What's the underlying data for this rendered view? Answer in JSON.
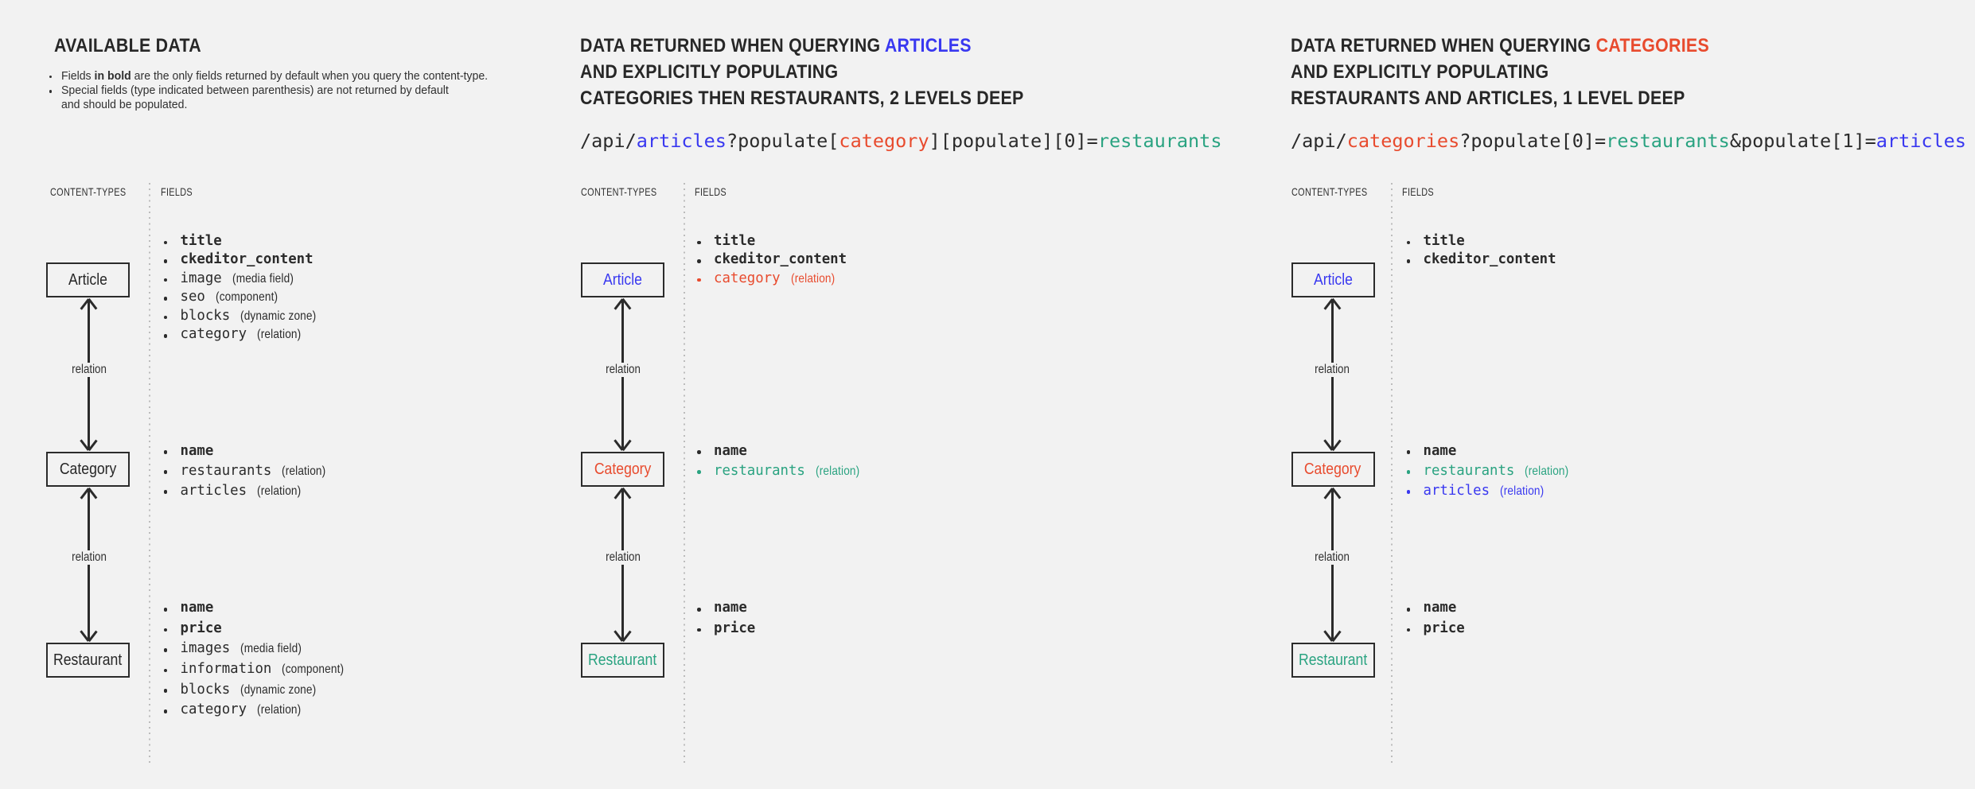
{
  "colors": {
    "background": "#f2f2f2",
    "ink": "#272727",
    "ink_soft": "#303030",
    "ink_code": "#2b2b2b",
    "stroke": "#2b2b2b",
    "divider": "#bcbcbc",
    "blue": "#3938f0",
    "red": "#e84b2e",
    "green": "#2aa381"
  },
  "panels": [
    {
      "id": "available-data",
      "title_lines": [
        [
          {
            "text": "AVAILABLE DATA"
          }
        ]
      ],
      "notes": [
        {
          "lines": [
            [
              {
                "text": "Fields "
              },
              {
                "text": "in bold",
                "bold": true
              },
              {
                "text": " are the only fields returned by default when you query the content-type."
              }
            ]
          ]
        },
        {
          "lines": [
            [
              {
                "text": "Special fields (type indicated between parenthesis) are not returned by default"
              }
            ],
            [
              {
                "text": "and should be populated."
              }
            ]
          ]
        }
      ],
      "api_segments": null,
      "columns": {
        "left": "CONTENT-TYPES",
        "right": "FIELDS"
      },
      "edge_label": "relation",
      "nodes": [
        {
          "label": "Article",
          "color": null,
          "fields": [
            {
              "name": "title",
              "bold": true
            },
            {
              "name": "ckeditor_content",
              "bold": true
            },
            {
              "name": "image",
              "annotation": "(media field)"
            },
            {
              "name": "seo",
              "annotation": "(component)"
            },
            {
              "name": "blocks",
              "annotation": "(dynamic zone)"
            },
            {
              "name": "category",
              "annotation": "(relation)"
            }
          ]
        },
        {
          "label": "Category",
          "color": null,
          "fields": [
            {
              "name": "name",
              "bold": true
            },
            {
              "name": "restaurants",
              "annotation": "(relation)"
            },
            {
              "name": "articles",
              "annotation": "(relation)"
            }
          ]
        },
        {
          "label": "Restaurant",
          "color": null,
          "fields": [
            {
              "name": "name",
              "bold": true
            },
            {
              "name": "price",
              "bold": true
            },
            {
              "name": "images",
              "annotation": "(media field)"
            },
            {
              "name": "information",
              "annotation": "(component)"
            },
            {
              "name": "blocks",
              "annotation": "(dynamic zone)"
            },
            {
              "name": "category",
              "annotation": "(relation)"
            }
          ]
        }
      ]
    },
    {
      "id": "query-articles",
      "title_lines": [
        [
          {
            "text": "DATA RETURNED WHEN QUERYING "
          },
          {
            "text": "ARTICLES",
            "color": "blue"
          }
        ],
        [
          {
            "text": "AND EXPLICITLY POPULATING"
          }
        ],
        [
          {
            "text": "CATEGORIES THEN RESTAURANTS, 2 LEVELS DEEP"
          }
        ]
      ],
      "notes": null,
      "api_segments": [
        {
          "text": "/api/"
        },
        {
          "text": "articles",
          "color": "blue"
        },
        {
          "text": "?populate["
        },
        {
          "text": "category",
          "color": "red"
        },
        {
          "text": "][populate][0]="
        },
        {
          "text": "restaurants",
          "color": "green"
        }
      ],
      "columns": {
        "left": "CONTENT-TYPES",
        "right": "FIELDS"
      },
      "edge_label": "relation",
      "nodes": [
        {
          "label": "Article",
          "color": "blue",
          "fields": [
            {
              "name": "title",
              "bold": true
            },
            {
              "name": "ckeditor_content",
              "bold": true
            },
            {
              "name": "category",
              "annotation": "(relation)",
              "color": "red"
            }
          ]
        },
        {
          "label": "Category",
          "color": "red",
          "fields": [
            {
              "name": "name",
              "bold": true
            },
            {
              "name": "restaurants",
              "annotation": "(relation)",
              "color": "green"
            }
          ]
        },
        {
          "label": "Restaurant",
          "color": "green",
          "fields": [
            {
              "name": "name",
              "bold": true
            },
            {
              "name": "price",
              "bold": true
            }
          ]
        }
      ]
    },
    {
      "id": "query-categories",
      "title_lines": [
        [
          {
            "text": "DATA RETURNED WHEN QUERYING "
          },
          {
            "text": "CATEGORIES",
            "color": "red"
          }
        ],
        [
          {
            "text": "AND EXPLICITLY POPULATING"
          }
        ],
        [
          {
            "text": "RESTAURANTS AND ARTICLES, 1 LEVEL DEEP"
          }
        ]
      ],
      "notes": null,
      "api_segments": [
        {
          "text": "/api/"
        },
        {
          "text": "categories",
          "color": "red"
        },
        {
          "text": "?populate[0]="
        },
        {
          "text": "restaurants",
          "color": "green"
        },
        {
          "text": "&populate[1]="
        },
        {
          "text": "articles",
          "color": "blue"
        }
      ],
      "columns": {
        "left": "CONTENT-TYPES",
        "right": "FIELDS"
      },
      "edge_label": "relation",
      "nodes": [
        {
          "label": "Article",
          "color": "blue",
          "fields": [
            {
              "name": "title",
              "bold": true
            },
            {
              "name": "ckeditor_content",
              "bold": true
            }
          ]
        },
        {
          "label": "Category",
          "color": "red",
          "fields": [
            {
              "name": "name",
              "bold": true
            },
            {
              "name": "restaurants",
              "annotation": "(relation)",
              "color": "green"
            },
            {
              "name": "articles",
              "annotation": "(relation)",
              "color": "blue"
            }
          ]
        },
        {
          "label": "Restaurant",
          "color": "green",
          "fields": [
            {
              "name": "name",
              "bold": true
            },
            {
              "name": "price",
              "bold": true
            }
          ]
        }
      ]
    }
  ]
}
